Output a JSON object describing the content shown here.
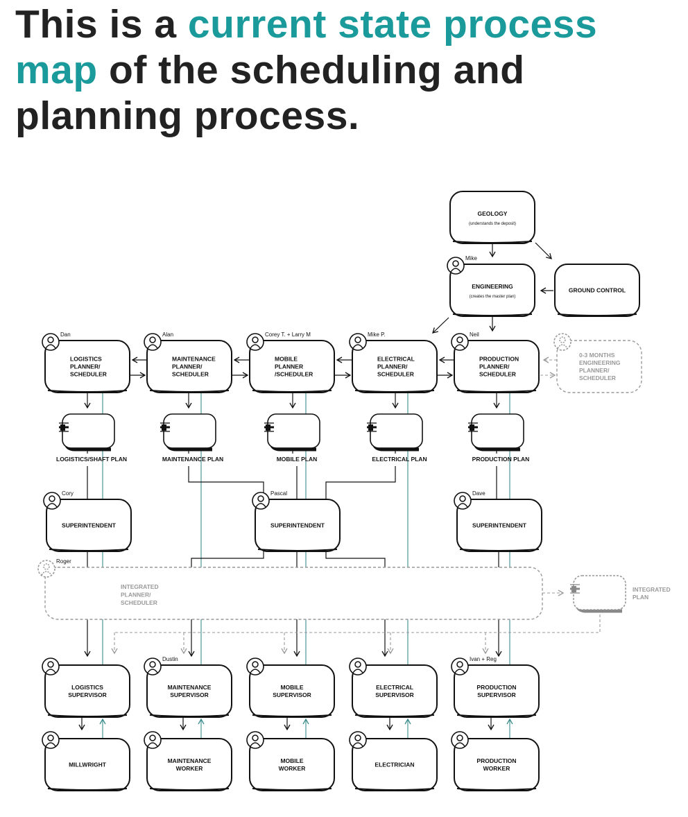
{
  "title": {
    "part1": "This is a ",
    "highlight1": "current state process",
    "highlight2": "map",
    "part2": " of the scheduling and",
    "line3": "planning process."
  },
  "colors": {
    "accent": "#1a9a9a",
    "teal_line": "#3b8c8c",
    "dashed": "#999999"
  },
  "nodes": {
    "geology": {
      "lines": [
        "GEOLOGY"
      ],
      "sub": "(understands the deposit)"
    },
    "engineering": {
      "lines": [
        "ENGINEERING"
      ],
      "sub": "(creates the master plan)",
      "person": "Mike"
    },
    "ground_control": {
      "lines": [
        "GROUND CONTROL"
      ]
    },
    "logistics_planner": {
      "lines": [
        "LOGISTICS",
        "PLANNER/",
        "SCHEDULER"
      ],
      "person": "Dan"
    },
    "maintenance_planner": {
      "lines": [
        "MAINTENANCE",
        "PLANNER/",
        "SCHEDULER"
      ],
      "person": "Alan"
    },
    "mobile_planner": {
      "lines": [
        "MOBILE",
        "PLANNER",
        "/SCHEDULER"
      ],
      "person": "Corey T. + Larry M"
    },
    "electrical_planner": {
      "lines": [
        "ELECTRICAL",
        "PLANNER/",
        "SCHEDULER"
      ],
      "person": "Mike P."
    },
    "production_planner": {
      "lines": [
        "PRODUCTION",
        "PLANNER/",
        "SCHEDULER"
      ],
      "person": "Neil"
    },
    "engineering_planner": {
      "lines": [
        "0-3 MONTHS",
        "ENGINEERING",
        "PLANNER/",
        "SCHEDULER"
      ]
    },
    "superintendent_1": {
      "lines": [
        "SUPERINTENDENT"
      ],
      "person": "Cory"
    },
    "superintendent_2": {
      "lines": [
        "SUPERINTENDENT"
      ],
      "person": "Pascal"
    },
    "superintendent_3": {
      "lines": [
        "SUPERINTENDENT"
      ],
      "person": "Dave"
    },
    "integrated_planner": {
      "lines": [
        "INTEGRATED",
        "PLANNER/",
        "SCHEDULER"
      ],
      "person": "Roger"
    },
    "logistics_supervisor": {
      "lines": [
        "LOGISTICS",
        "SUPERVISOR"
      ]
    },
    "maintenance_supervisor": {
      "lines": [
        "MAINTENANCE",
        "SUPERVISOR"
      ],
      "person": "Dustin"
    },
    "mobile_supervisor": {
      "lines": [
        "MOBILE",
        "SUPERVISOR"
      ]
    },
    "electrical_supervisor": {
      "lines": [
        "ELECTRICAL",
        "SUPERVISOR"
      ]
    },
    "production_supervisor": {
      "lines": [
        "PRODUCTION",
        "SUPERVISOR"
      ],
      "person": "Ivan + Reg"
    },
    "millwright": {
      "lines": [
        "MILLWRIGHT"
      ]
    },
    "maintenance_worker": {
      "lines": [
        "MAINTENANCE",
        "WORKER"
      ]
    },
    "mobile_worker": {
      "lines": [
        "MOBILE",
        "WORKER"
      ]
    },
    "electrician": {
      "lines": [
        "ELECTRICIAN"
      ]
    },
    "production_worker": {
      "lines": [
        "PRODUCTION",
        "WORKER"
      ]
    }
  },
  "plans": {
    "logistics": "LOGISTICS/SHAFT PLAN",
    "maintenance": "MAINTENANCE PLAN",
    "mobile": "MOBILE PLAN",
    "electrical": "ELECTRICAL  PLAN",
    "production": "PRODUCTION PLAN",
    "integrated": [
      "INTEGRATED",
      "PLAN"
    ]
  }
}
